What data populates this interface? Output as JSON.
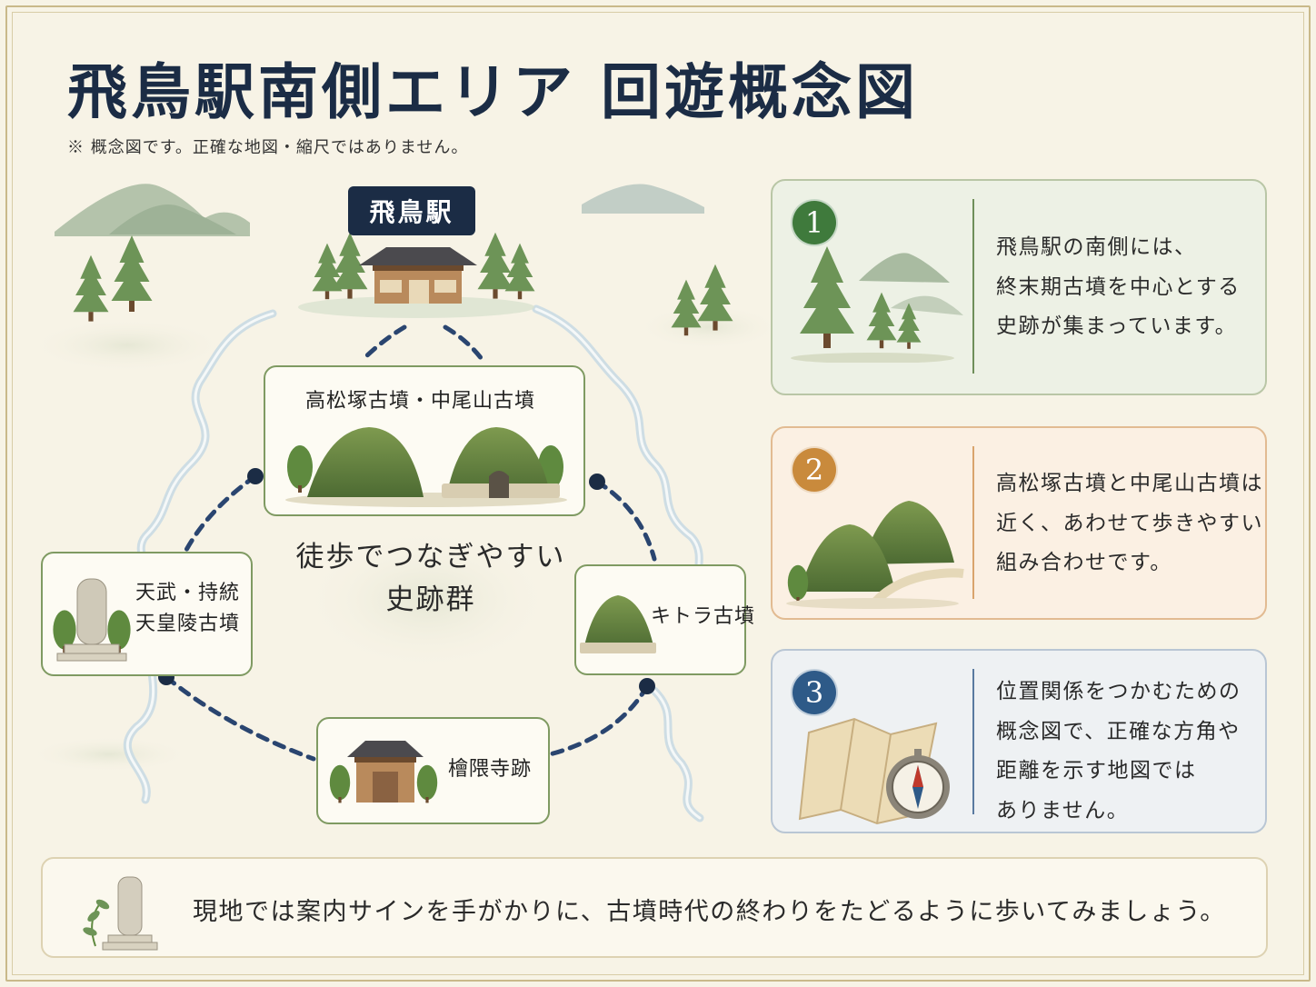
{
  "title": "飛鳥駅南側エリア 回遊概念図",
  "subtitle": "※ 概念図です。正確な地図・縮尺ではありません。",
  "station": {
    "label": "飛鳥駅"
  },
  "sites": {
    "takamatsuzuka": "高松塚古墳・中尾山古墳",
    "tenmu_line1": "天武・持統",
    "tenmu_line2": "天皇陵古墳",
    "kitora": "キトラ古墳",
    "hinokuma": "檜隈寺跡"
  },
  "center": {
    "line1": "徒歩でつなぎやすい",
    "line2": "史跡群"
  },
  "info_cards": [
    {
      "number": "1",
      "lines": [
        "飛鳥駅の南側には、",
        "終末期古墳を中心とする",
        "史跡が集まっています。"
      ],
      "icon": "pine-trees-mountains"
    },
    {
      "number": "2",
      "lines": [
        "高松塚古墳と中尾山古墳は",
        "近く、あわせて歩きやすい",
        "組み合わせです。"
      ],
      "icon": "two-tumuli-path"
    },
    {
      "number": "3",
      "lines": [
        "位置関係をつかむための",
        "概念図で、正確な方角や",
        "距離を示す地図では",
        "ありません。"
      ],
      "icon": "map-compass"
    }
  ],
  "footer": {
    "text": "現地では案内サインを手がかりに、古墳時代の終わりをたどるように歩いてみましょう。",
    "icon": "stone-marker"
  },
  "colors": {
    "navy": "#1b2c45",
    "green": "#3f7a3c",
    "orange": "#c98a3c",
    "blue": "#2e5a88",
    "paper": "#f7f3e6"
  }
}
